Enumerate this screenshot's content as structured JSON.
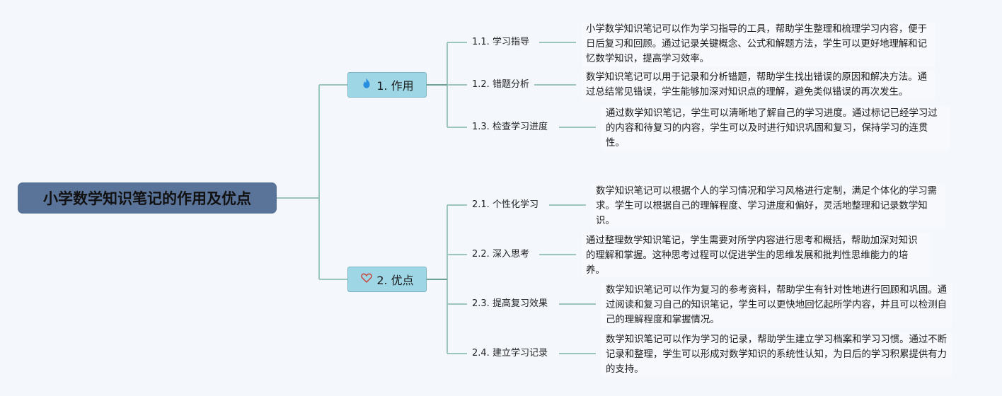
{
  "root": {
    "title": "小学数学知识笔记的作用及优点"
  },
  "branches": [
    {
      "label": "1. 作用",
      "icon": "fire-icon",
      "icon_color": "#2b8fe0",
      "children": [
        {
          "label": "1.1. 学习指导",
          "text": "小学数学知识笔记可以作为学习指导的工具，帮助学生整理和梳理学习内容，便于日后复习和回顾。通过记录关键概念、公式和解题方法，学生可以更好地理解和记忆数学知识，提高学习效率。"
        },
        {
          "label": "1.2. 错题分析",
          "text": "数学知识笔记可以用于记录和分析错题，帮助学生找出错误的原因和解决方法。通过总结常见错误，学生能够加深对知识点的理解，避免类似错误的再次发生。"
        },
        {
          "label": "1.3. 检查学习进度",
          "text": "通过数学知识笔记，学生可以清晰地了解自己的学习进度。通过标记已经学习过的内容和待复习的内容，学生可以及时进行知识巩固和复习，保持学习的连贯性。"
        }
      ]
    },
    {
      "label": "2. 优点",
      "icon": "heart-icon",
      "icon_color": "#c9463d",
      "children": [
        {
          "label": "2.1. 个性化学习",
          "text": "数学知识笔记可以根据个人的学习情况和学习风格进行定制，满足个体化的学习需求。学生可以根据自己的理解程度、学习进度和偏好，灵活地整理和记录数学知识。"
        },
        {
          "label": "2.2. 深入思考",
          "text": "通过整理数学知识笔记，学生需要对所学内容进行思考和概括，帮助加深对知识的理解和掌握。这种思考过程可以促进学生的思维发展和批判性思维能力的培养。"
        },
        {
          "label": "2.3. 提高复习效果",
          "text": "数学知识笔记可以作为复习的参考资料，帮助学生有针对性地进行回顾和巩固。通过阅读和复习自己的知识笔记，学生可以更快地回忆起所学内容，并且可以检测自己的理解程度和掌握情况。"
        },
        {
          "label": "2.4. 建立学习记录",
          "text": "数学知识笔记可以作为学习的记录，帮助学生建立学习档案和学习习惯。通过不断记录和整理，学生可以形成对数学知识的系统性认知，为日后的学习积累提供有力的支持。"
        }
      ]
    }
  ],
  "colors": {
    "line": "#9cc5c0",
    "line_dark": "#6fa39a",
    "root_bg": "#5a7398",
    "branch_bg": "#9fd6e6"
  }
}
